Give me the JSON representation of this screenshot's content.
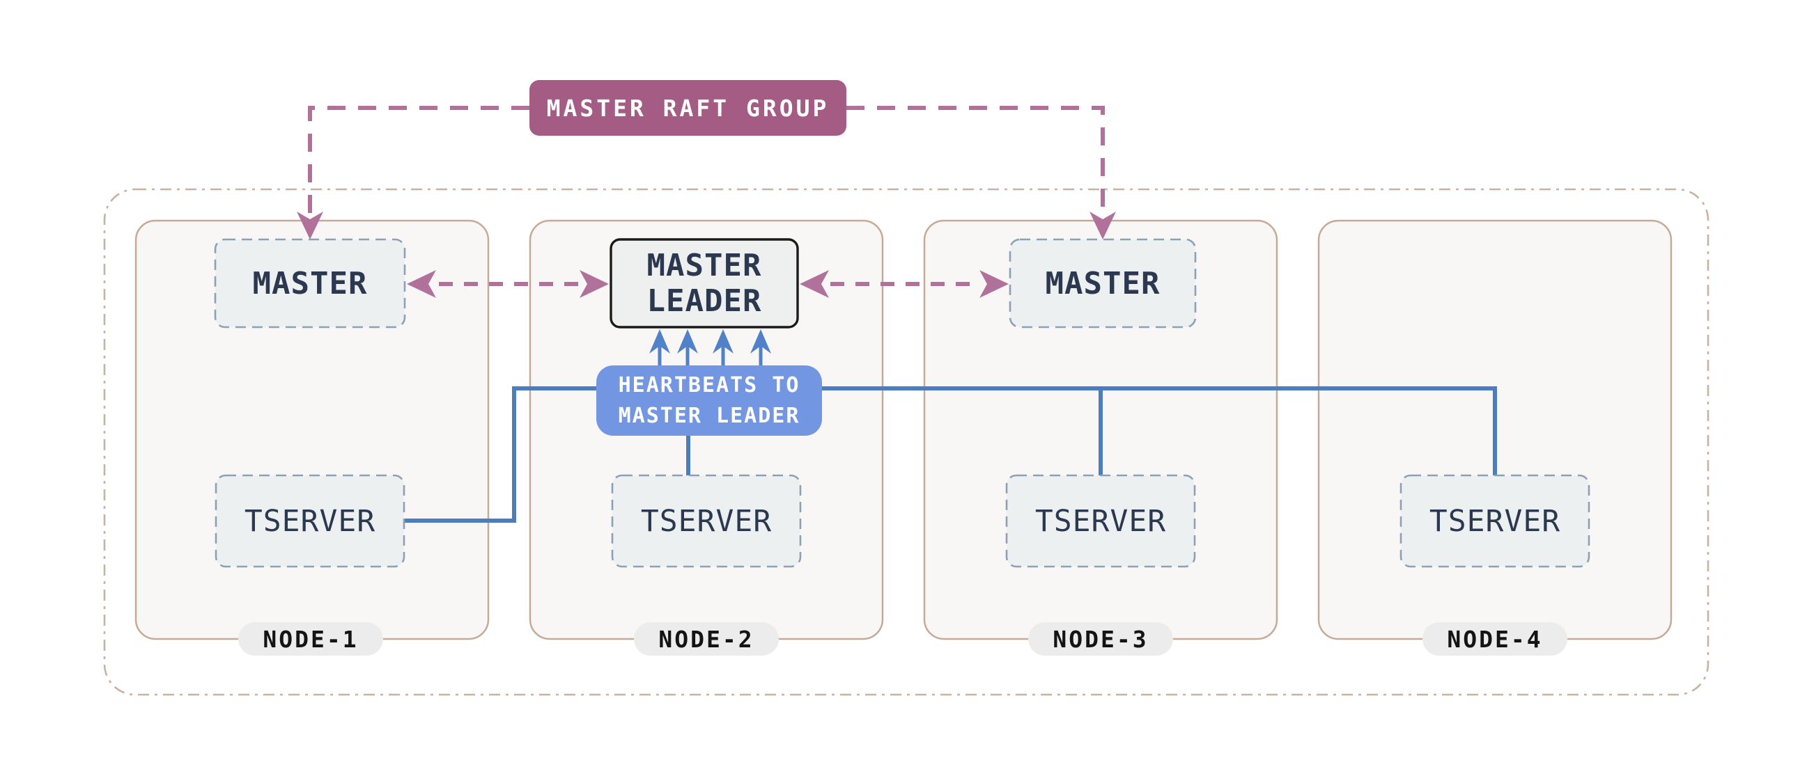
{
  "raft_badge": {
    "label": "MASTER RAFT GROUP"
  },
  "heartbeats_badge": {
    "line1": "HEARTBEATS TO",
    "line2": "MASTER LEADER"
  },
  "master_leader": {
    "line1": "MASTER",
    "line2": "LEADER"
  },
  "nodes": [
    {
      "label": "NODE-1",
      "master": "MASTER",
      "tserver": "TSERVER"
    },
    {
      "label": "NODE-2",
      "tserver": "TSERVER"
    },
    {
      "label": "NODE-3",
      "master": "MASTER",
      "tserver": "TSERVER"
    },
    {
      "label": "NODE-4",
      "tserver": "TSERVER"
    }
  ],
  "colors": {
    "raft_badge_bg": "#a55c84",
    "raft_line": "#b0719a",
    "heartbeats_badge_bg": "#7396e3",
    "wire_blue": "#4c7dc1",
    "arrow_blue": "#5181c8",
    "node_border": "#c6aa97",
    "outer_border": "#c9b2a2",
    "node_fill": "#f9f7f5",
    "component_fill": "#edf0f1",
    "component_border": "#8ca1b6",
    "leader_border": "#1a1a1a",
    "text_navy": "#2b3850",
    "pill_bg": "#ececec"
  }
}
